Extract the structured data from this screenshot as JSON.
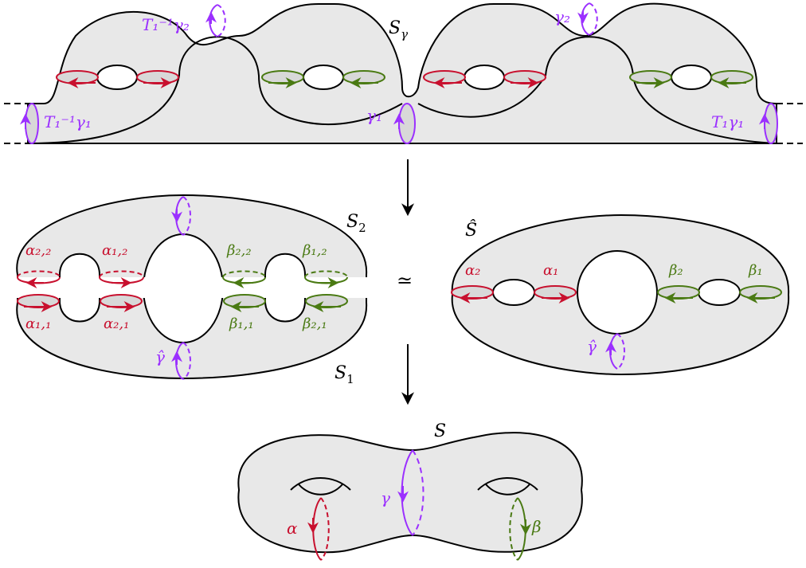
{
  "colors": {
    "surface_fill": "#e8e8e8",
    "outline": "#000000",
    "alpha_red": "#c8102e",
    "beta_green": "#4a7a13",
    "gamma_purple": "#9b30ff"
  },
  "surfaces": {
    "S_gamma": {
      "label": "S",
      "sub": "γ"
    },
    "S2": {
      "label": "S",
      "sub": "2"
    },
    "S1": {
      "label": "S",
      "sub": "1"
    },
    "S_hat": {
      "label": "Ŝ"
    },
    "S": {
      "label": "S"
    },
    "equiv": "≃"
  },
  "top_curves": {
    "T1inv_gamma2": "T₁⁻¹γ₂",
    "gamma2": "γ₂",
    "T1inv_gamma1": "T₁⁻¹γ₁",
    "gamma1": "γ₁",
    "T1_gamma1": "T₁γ₁"
  },
  "mid_left_curves": {
    "alpha22": "α₂,₂",
    "alpha12": "α₁,₂",
    "beta22": "β₂,₂",
    "beta12": "β₁,₂",
    "alpha11": "α₁,₁",
    "alpha21": "α₂,₁",
    "beta11": "β₁,₁",
    "beta21": "β₂,₁",
    "gamma_hat": "γ̂"
  },
  "mid_right_curves": {
    "alpha2": "α₂",
    "alpha1": "α₁",
    "beta2": "β₂",
    "beta1": "β₁",
    "gamma_hat": "γ̂"
  },
  "bottom_curves": {
    "gamma": "γ",
    "alpha": "α",
    "beta": "β"
  }
}
